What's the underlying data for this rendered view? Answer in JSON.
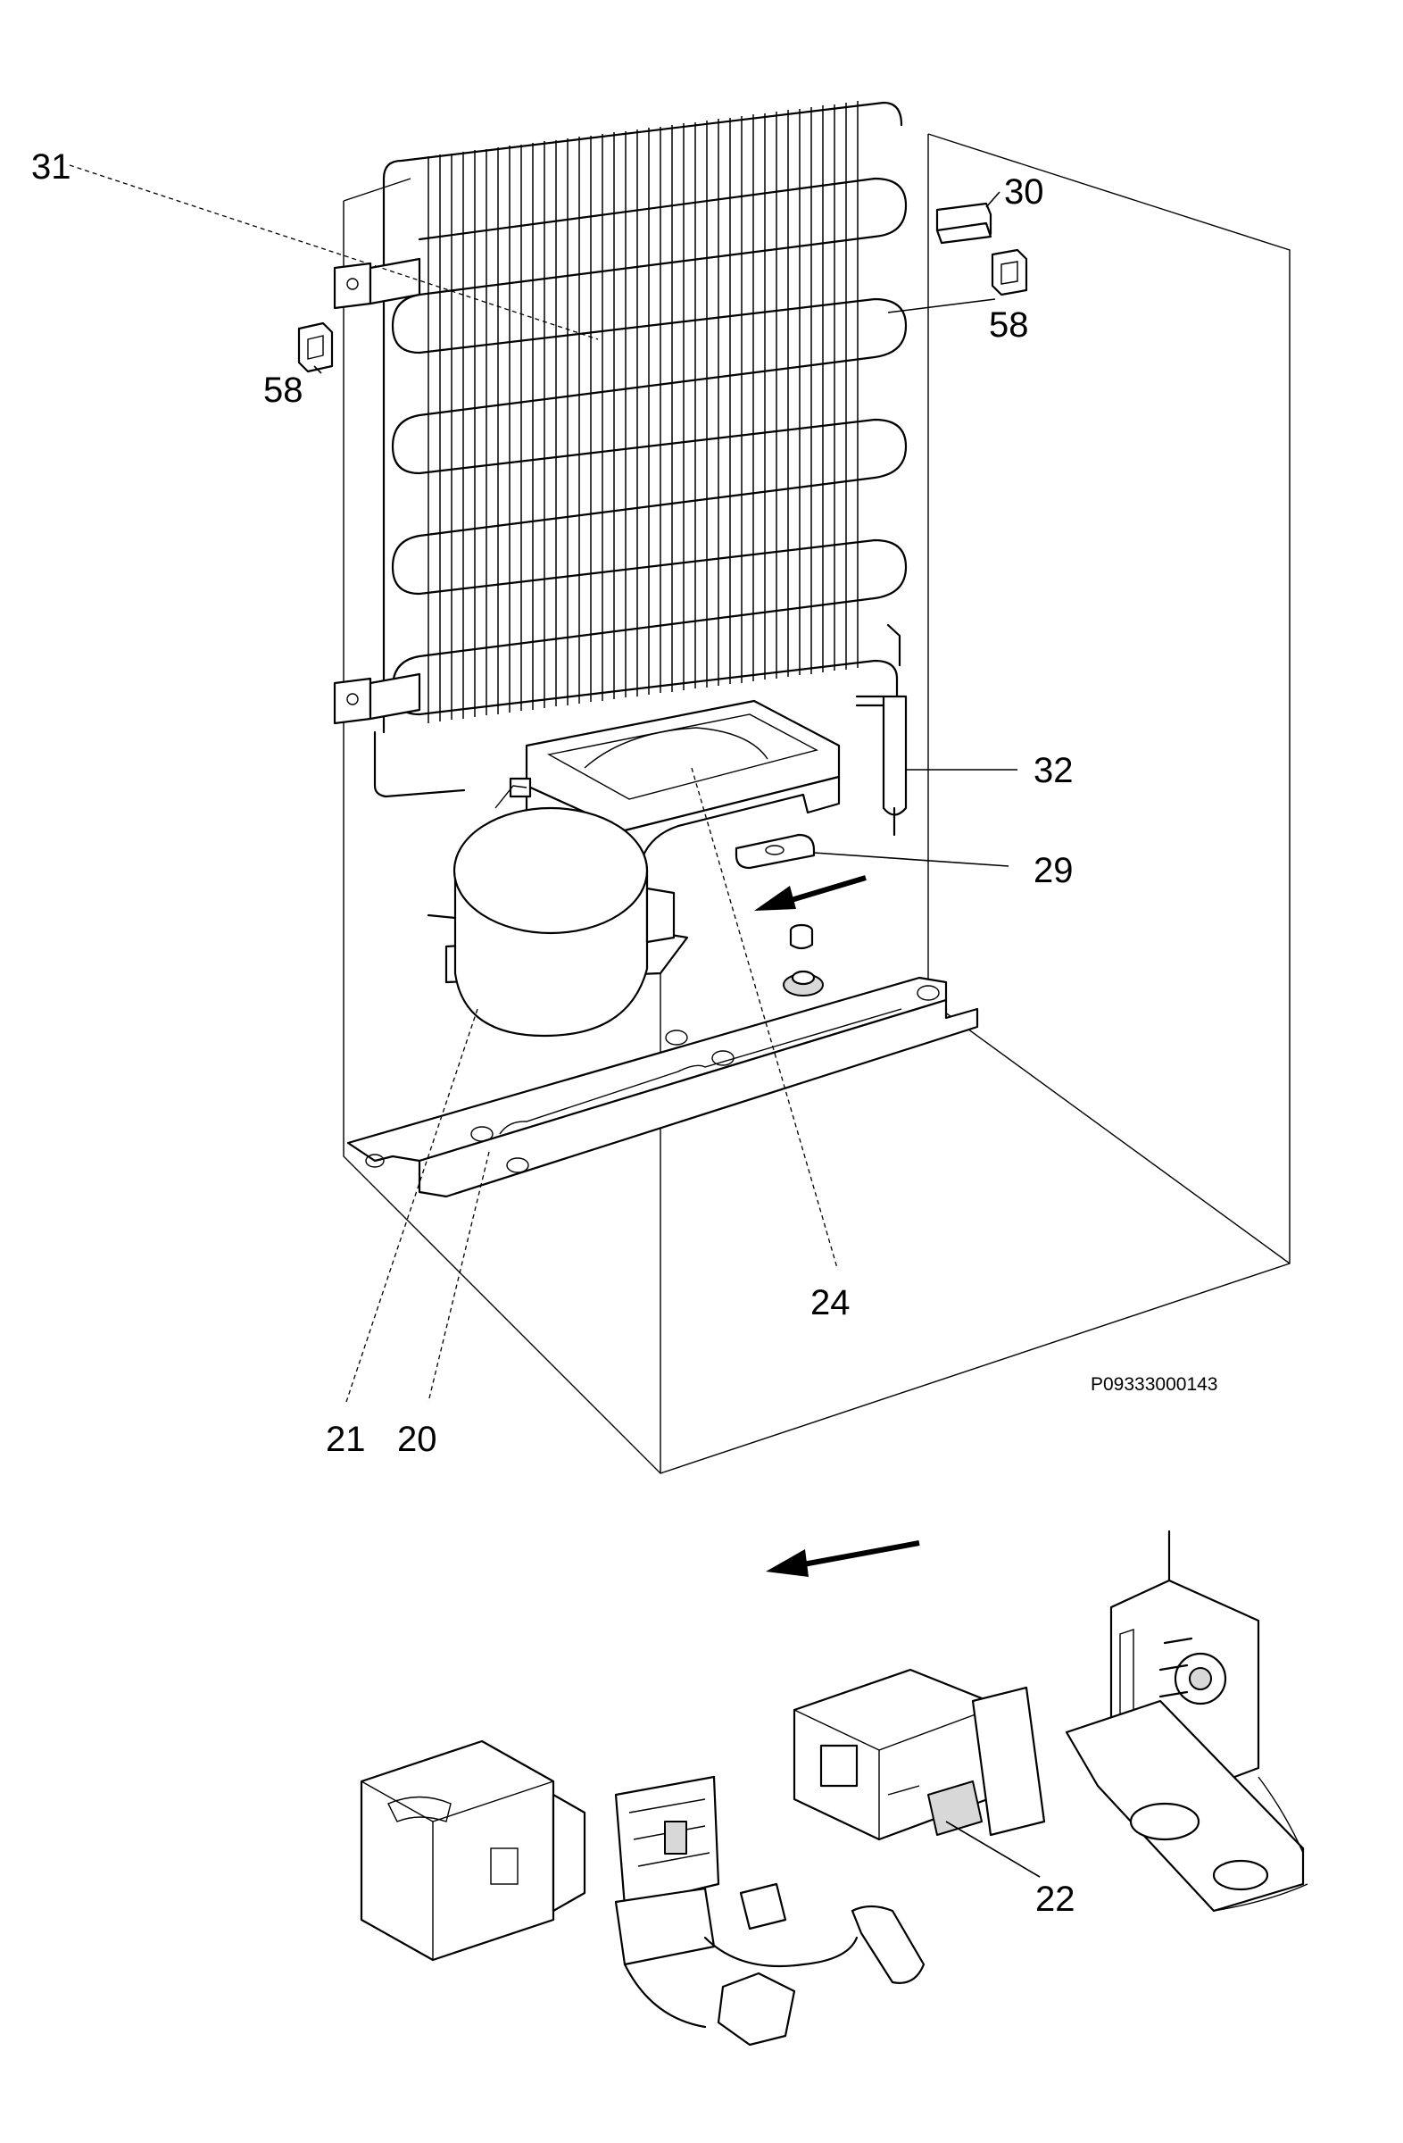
{
  "figure_code": "P09333000143",
  "callouts": {
    "c31": "31",
    "c30": "30",
    "c58_right": "58",
    "c58_left": "58",
    "c32": "32",
    "c29": "29",
    "c24": "24",
    "c21": "21",
    "c20": "20",
    "c22": "22"
  }
}
